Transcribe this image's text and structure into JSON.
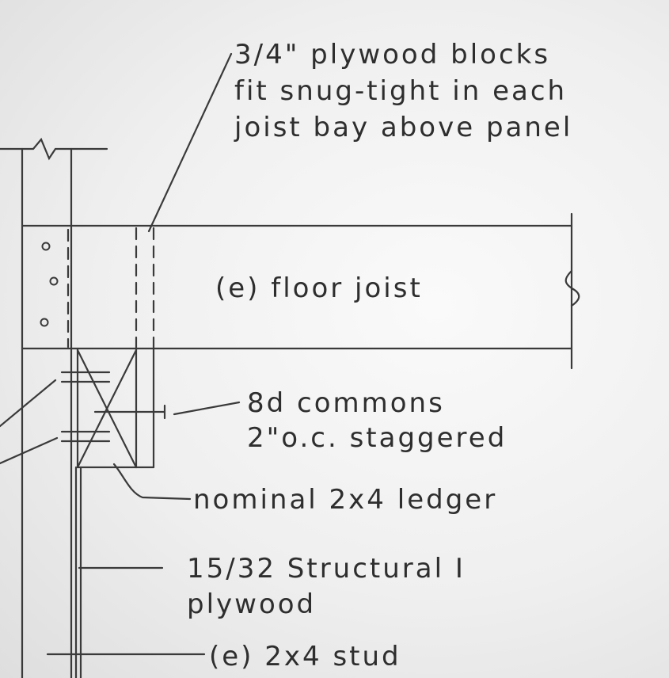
{
  "diagram": {
    "labels": {
      "plywood_blocks": [
        "3/4\" plywood blocks",
        "fit snug-tight in each",
        "joist bay above panel"
      ],
      "floor_joist": "(e) floor joist",
      "nails": [
        "8d commons",
        "2\"o.c. staggered"
      ],
      "ledger": "nominal 2x4 ledger",
      "sheathing": [
        "15/32 Structural I",
        "plywood"
      ],
      "stud": "(e) 2x4 stud"
    },
    "colors": {
      "line": "#3a3a3a",
      "text": "#2e2e2e"
    }
  }
}
